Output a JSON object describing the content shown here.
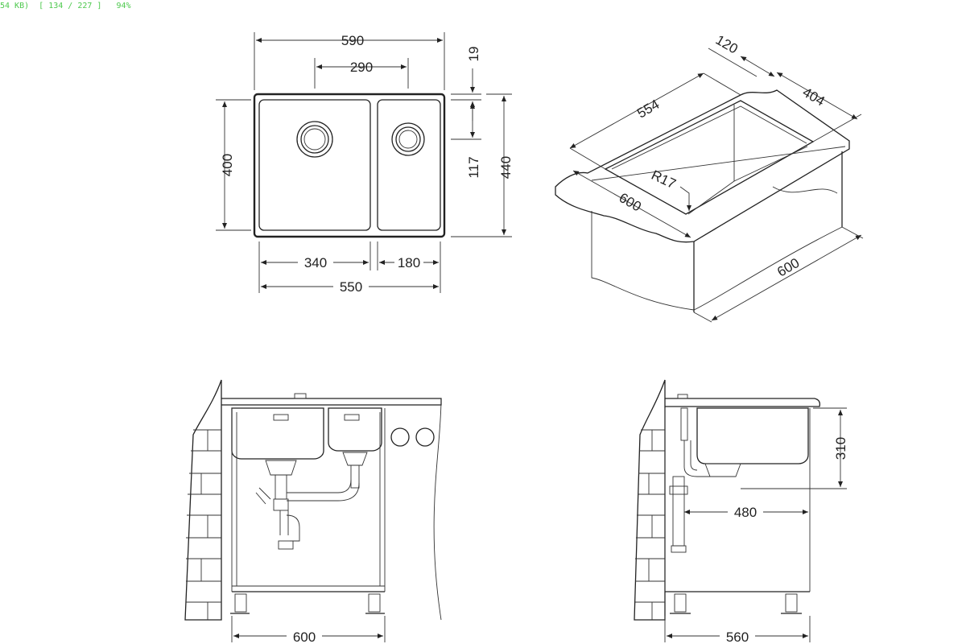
{
  "status": {
    "text": "54 KB)  [ 134 / 227 ]   94%"
  },
  "top_view": {
    "overall_width": "590",
    "bowl_spacing": "290",
    "rim": "19",
    "depth_outer": "440",
    "depth_inner": "400",
    "small_offset": "117",
    "left_bowl": "340",
    "right_bowl": "180",
    "inner_width": "550"
  },
  "iso_view": {
    "width": "554",
    "flange": "120",
    "depth": "404",
    "radius": "R17",
    "cabinet_front": "600",
    "cabinet_side": "600"
  },
  "front_view": {
    "cabinet_width": "600"
  },
  "side_view": {
    "height": "310",
    "drain_offset": "480",
    "cabinet_depth": "560"
  }
}
